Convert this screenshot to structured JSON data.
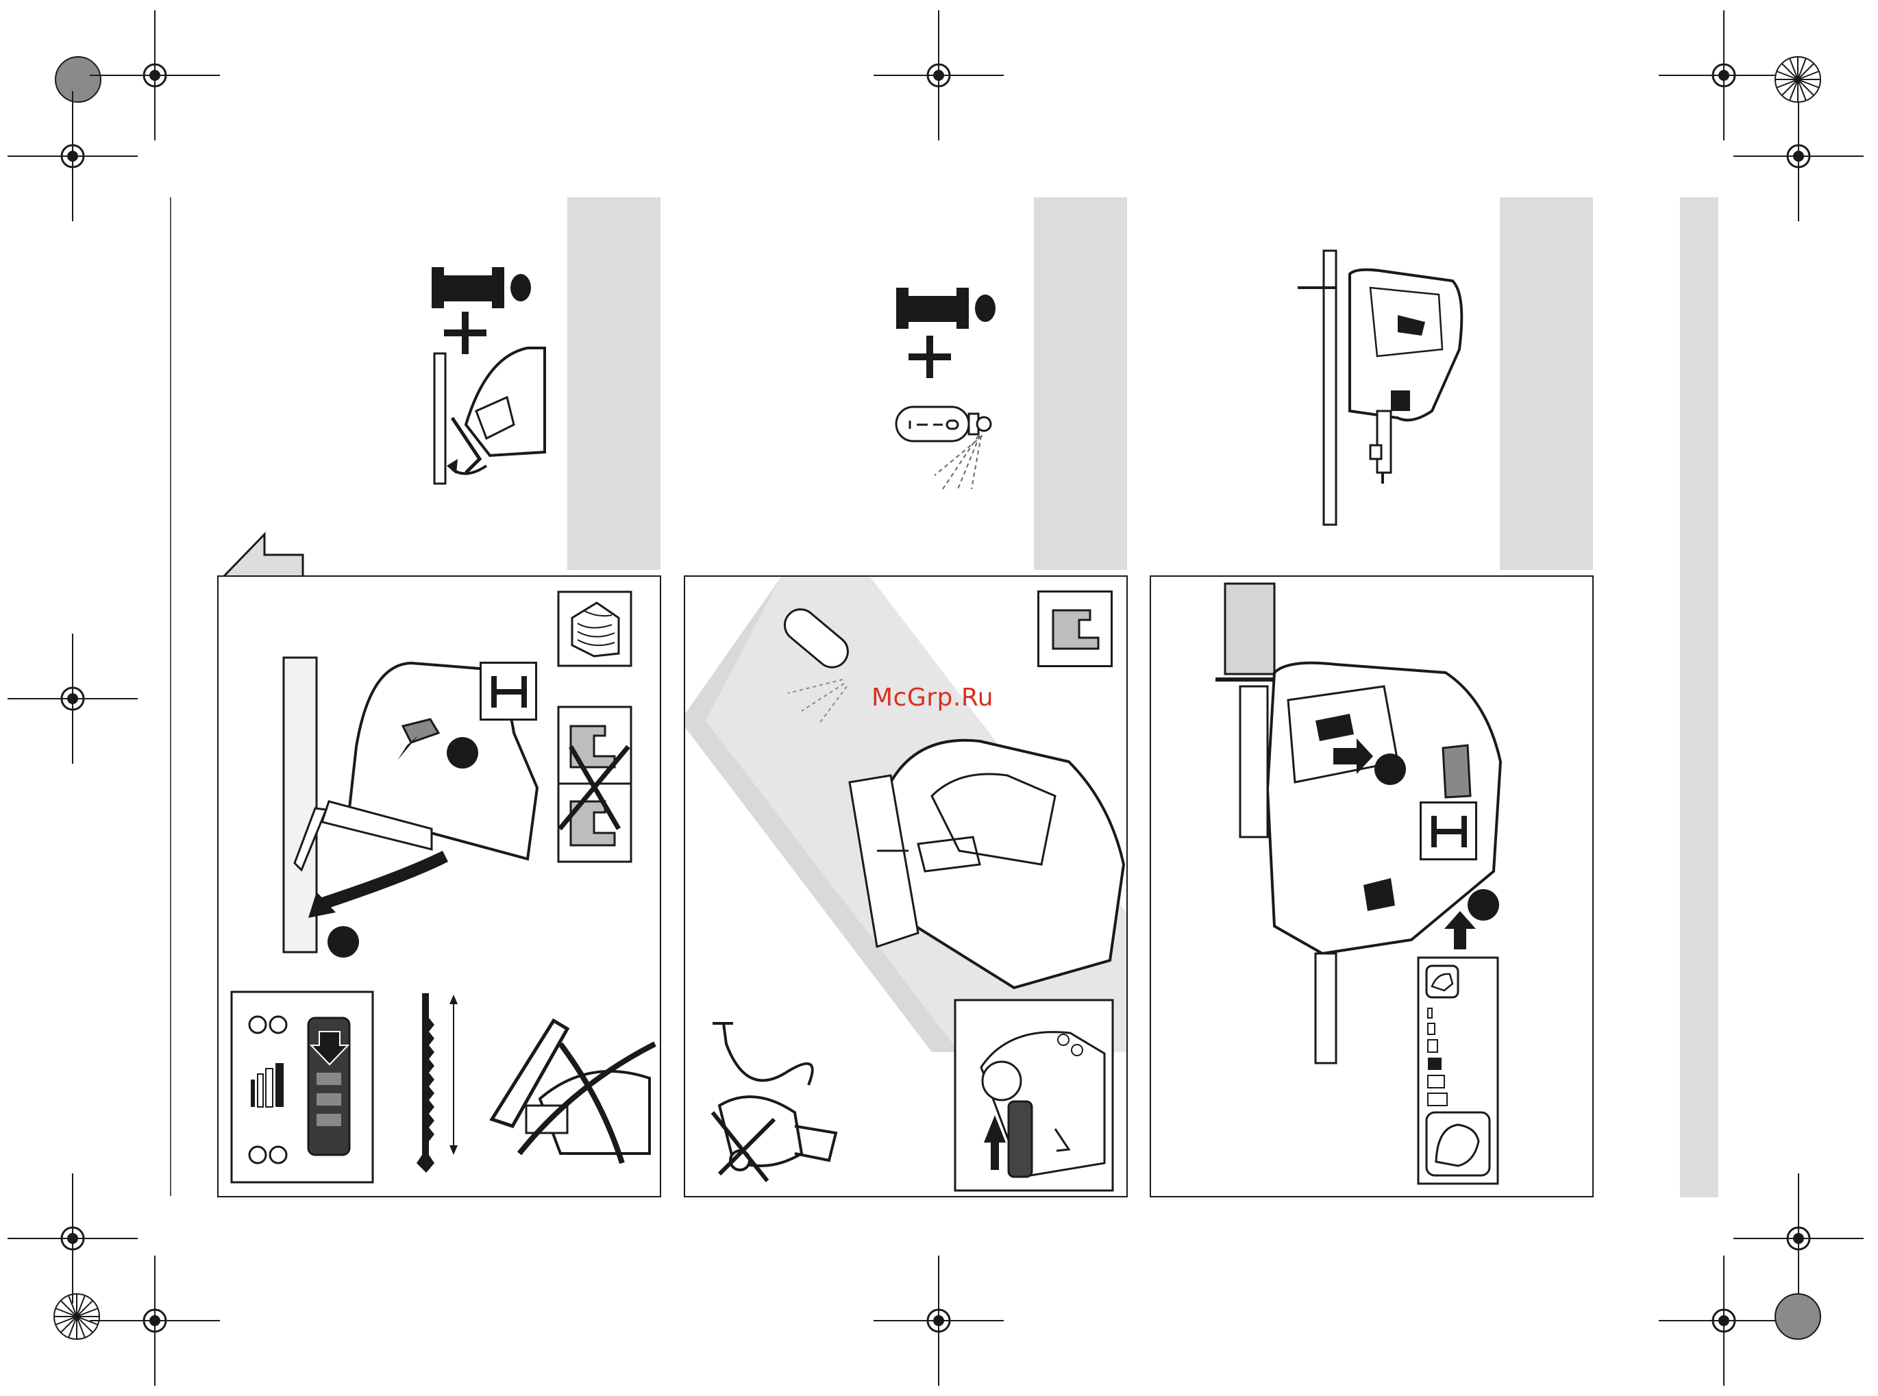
{
  "watermark": {
    "text": "McGrp.Ru",
    "color": "#d83020"
  },
  "colors": {
    "band": "#dcdcdc",
    "ink": "#1a1a1a",
    "arrow_fill": "#dddddd"
  },
  "icons": {
    "registration": "crosshair-registration-mark",
    "color_target": "halftone-target",
    "battery": "battery-pack-icon",
    "plus": "plus-icon",
    "spray": "lubricant-spray-icon",
    "wood": "wood-grain-icon",
    "blade": "saw-blade-icon",
    "pendulum": "pendulum-setting-icon"
  }
}
